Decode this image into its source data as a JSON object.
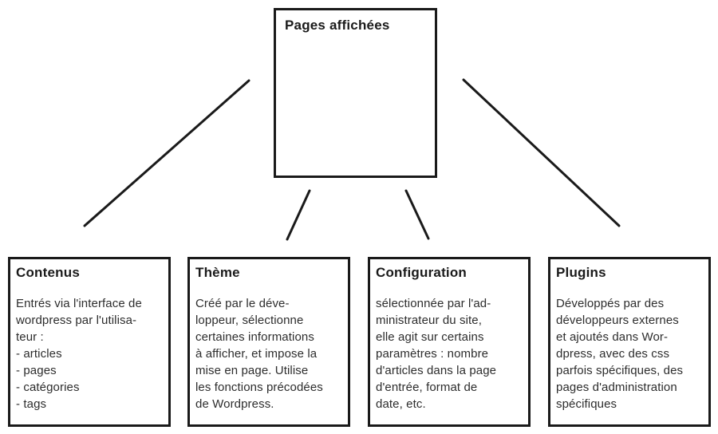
{
  "colors": {
    "ink": "#1a1a1a",
    "body_text": "#2d2d2d",
    "background": "#ffffff"
  },
  "root_node": {
    "title": "Pages affichées"
  },
  "nodes": [
    {
      "id": "contenus",
      "title": "Contenus",
      "body": "Entrés via l'interface de\nwordpress par l'utilisa-\nteur :\n- articles\n- pages\n- catégories\n- tags"
    },
    {
      "id": "theme",
      "title": "Thème",
      "body": "Créé par le déve-\nloppeur, sélectionne\ncertaines informations\nà afficher, et impose la\nmise en page. Utilise\nles fonctions précodées\nde Wordpress."
    },
    {
      "id": "configuration",
      "title": "Configuration",
      "body": "sélectionnée par l'ad-\nministrateur du site,\nelle agit sur certains\nparamètres : nombre\nd'articles dans la page\nd'entrée, format de\ndate, etc."
    },
    {
      "id": "plugins",
      "title": "Plugins",
      "body": "Développés par des\ndéveloppeurs externes\net ajoutés dans Wor-\ndpress, avec des css\nparfois spécifiques, des\npages d'administration\nspécifiques"
    }
  ]
}
